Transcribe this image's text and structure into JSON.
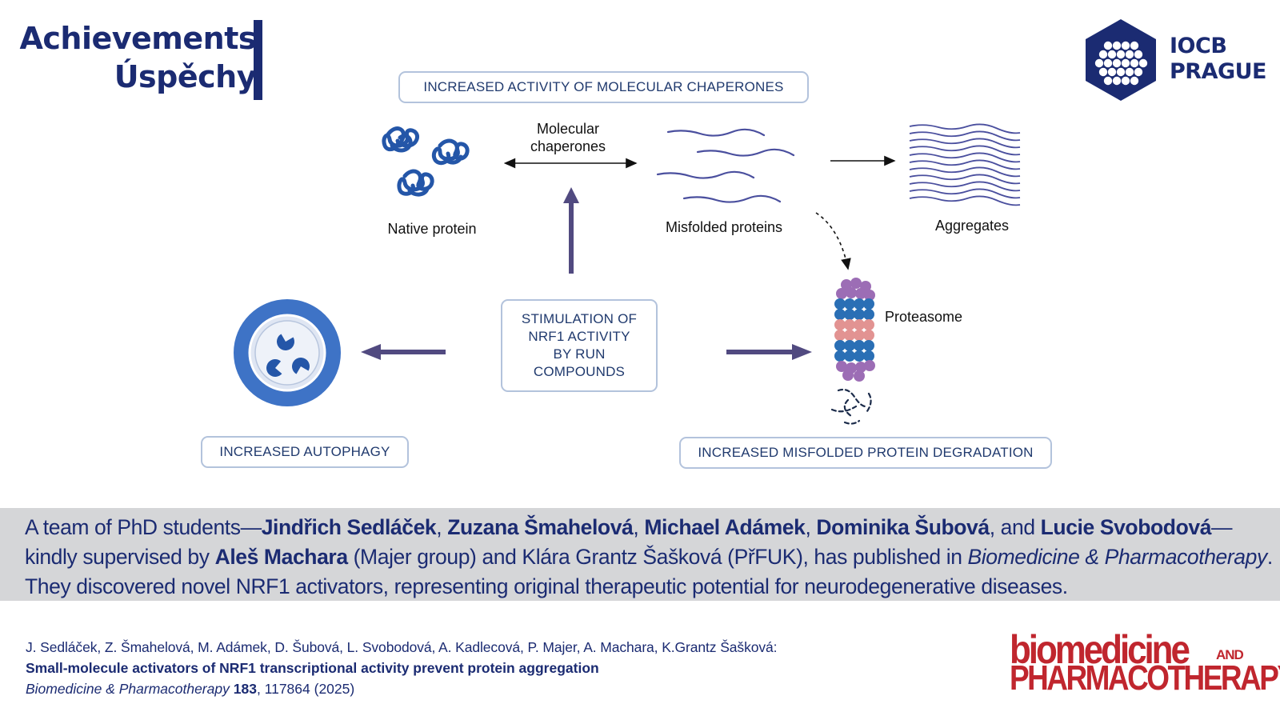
{
  "header": {
    "title_line1": "Achievements",
    "title_line2": "Úspěchy",
    "logo_line1": "IOCB",
    "logo_line2": "PRAGUE",
    "brand_color": "#1b2b72"
  },
  "diagram": {
    "box_chaperones": "INCREASED ACTIVITY OF MOLECULAR CHAPERONES",
    "box_autophagy": "INCREASED AUTOPHAGY",
    "box_degradation": "INCREASED MISFOLDED PROTEIN DEGRADATION",
    "box_nrf1_lines": [
      "STIMULATION OF",
      "NRF1 ACTIVITY",
      "BY RUN",
      "COMPOUNDS"
    ],
    "label_native": "Native protein",
    "label_chaperones_line1": "Molecular",
    "label_chaperones_line2": "chaperones",
    "label_misfolded": "Misfolded proteins",
    "label_aggregates": "Aggregates",
    "label_proteasome": "Proteasome",
    "icons": [
      "native-protein-icon",
      "misfolded-protein-icon",
      "aggregates-icon",
      "proteasome-icon",
      "autophagy-cell-icon"
    ]
  },
  "summary": {
    "s1": "A team of PhD students—",
    "n1": "Jindřich Sedláček",
    "s2": ", ",
    "n2": "Zuzana Šmahelová",
    "s3": ", ",
    "n3": "Michael Adámek",
    "s4": ", ",
    "n4": "Dominika Šubová",
    "s5": ", and ",
    "n5": "Lucie Svobodová",
    "s6": "—kindly supervised by ",
    "n6": "Aleš Machara",
    "s7": " (Majer group) and Klára Grantz Šašková (PřFUK), has published in ",
    "journal": "Biomedicine & Pharmacotherapy",
    "s8": ". They discovered novel NRF1 activators, representing original therapeutic potential for neurodegenerative diseases."
  },
  "citation": {
    "authors": "J. Sedláček, Z. Šmahelová,  M. Adámek, D. Šubová, L. Svobodová, A. Kadlecová, P. Majer, A. Machara, K.Grantz Šašková:",
    "title": "Small-molecule activators of NRF1 transcriptional activity prevent protein aggregation",
    "journal": "Biomedicine & Pharmacotherapy",
    "volume": "183",
    "details": ", 117864 (2025)"
  },
  "journal_logo": {
    "line1": "biomedicine",
    "and": "AND",
    "line2": "PHARMACOTHERAPY",
    "color": "#c0262e"
  }
}
